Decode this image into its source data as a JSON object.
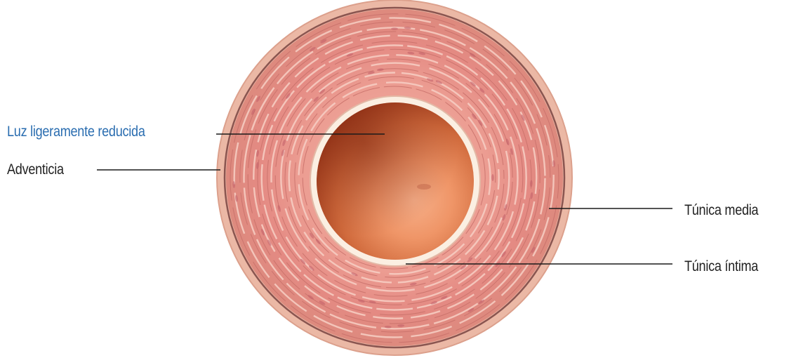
{
  "labels": {
    "lumen": "Luz ligeramente reducida",
    "adventitia": "Adventicia",
    "tunica_media": "Túnica media",
    "tunica_intima": "Túnica íntima"
  },
  "colors": {
    "highlight_label": "#2a6db0",
    "label_text": "#222222",
    "leader_line": "#1a1a1a",
    "adventitia_outer": "#e9b4a2",
    "muscle_wall": "#e58e88",
    "muscle_fibre_light": "#f6c7bd",
    "intima_ring": "#fbeee0",
    "lumen_center": "#f09a6e",
    "lumen_edge": "#b8481f"
  }
}
